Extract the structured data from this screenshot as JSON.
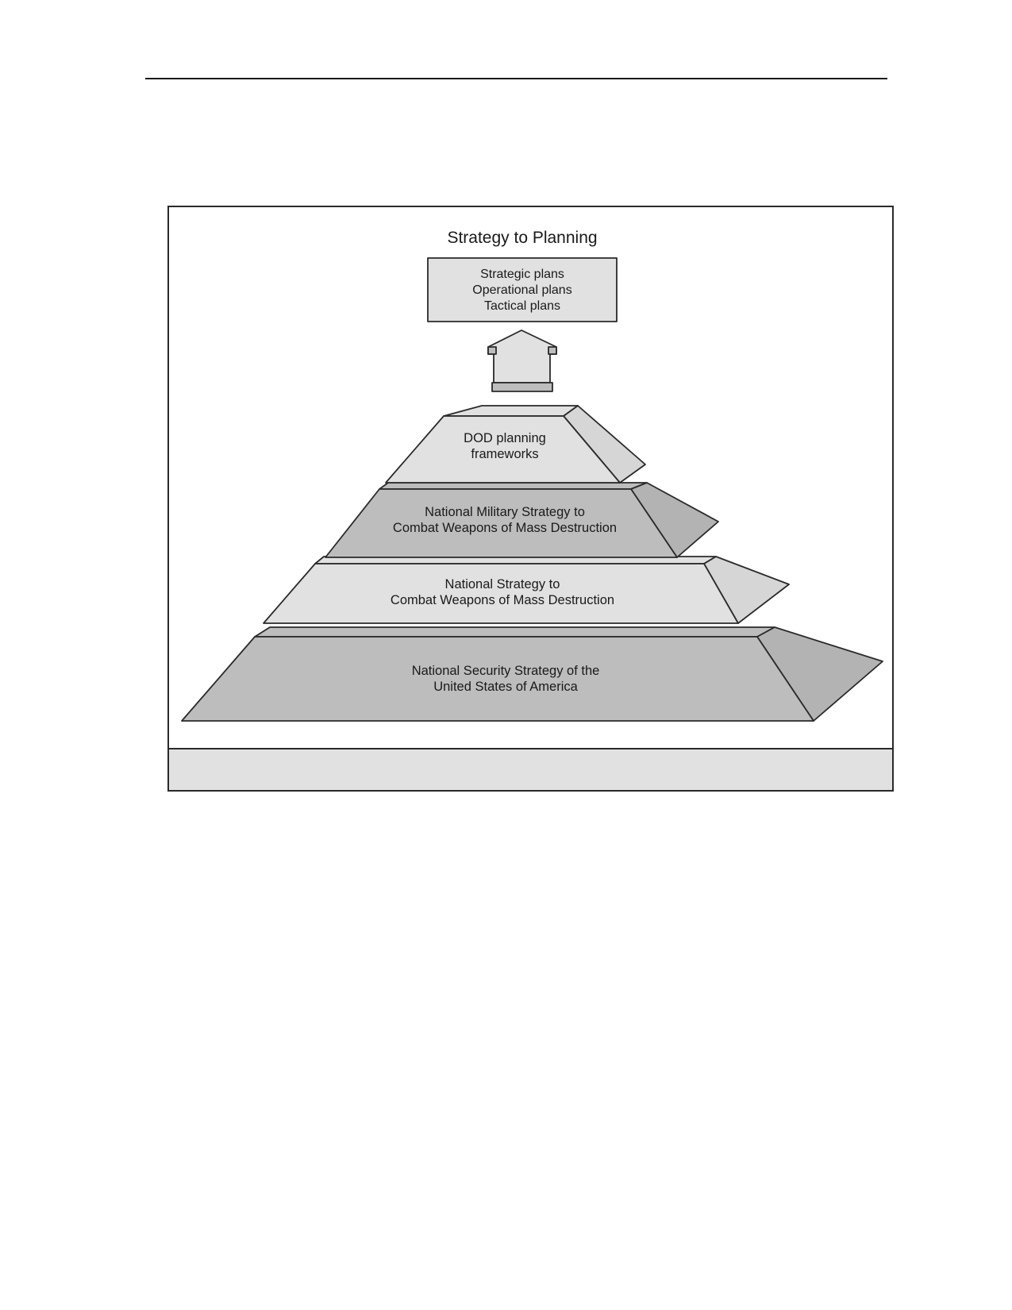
{
  "diagram": {
    "title": "Strategy to Planning",
    "plans_box": {
      "lines": [
        "Strategic plans",
        "Operational plans",
        "Tactical plans"
      ]
    },
    "tiers": [
      {
        "name": "DOD planning frameworks",
        "lines": [
          "DOD planning",
          "frameworks"
        ]
      },
      {
        "name": "National Military Strategy to Combat Weapons of Mass Destruction",
        "lines": [
          "National Military Strategy to",
          "Combat Weapons of Mass Destruction"
        ]
      },
      {
        "name": "National Strategy to Combat Weapons of Mass Destruction",
        "lines": [
          "National Strategy to",
          "Combat Weapons of Mass Destruction"
        ]
      },
      {
        "name": "National Security Strategy of the United States of America",
        "lines": [
          "National Security Strategy of the",
          "United States of America"
        ]
      }
    ],
    "colors": {
      "light_fill": "#e1e1e1",
      "dark_fill": "#bdbdbd",
      "side_light": "#d6d6d6",
      "side_dark": "#b3b3b3",
      "outline": "#2a2a2a"
    }
  }
}
